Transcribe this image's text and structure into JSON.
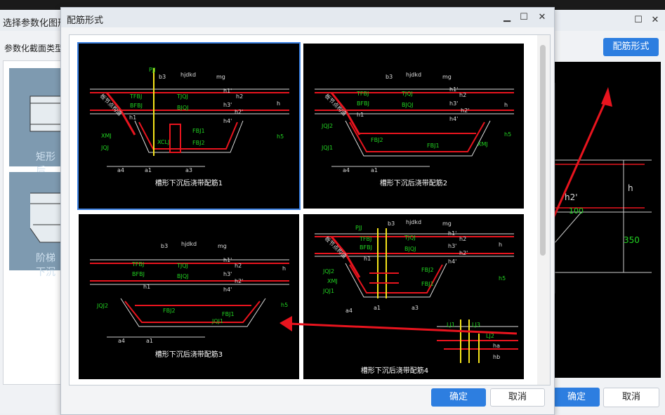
{
  "parent": {
    "title": "选择参数化图形",
    "section_label": "参数化截面类型",
    "thumbs": [
      {
        "label": "矩形后"
      },
      {
        "label": "阶梯下沉"
      }
    ],
    "button_style": "配筋形式",
    "ok": "确定",
    "cancel": "取消",
    "preview_dims": {
      "h": "h",
      "h2": "h2'",
      "dim350": "350",
      "d100": "100"
    }
  },
  "dialog": {
    "title": "配筋形式",
    "ok": "确定",
    "cancel": "取消",
    "options": [
      {
        "caption": "槽形下沉后浇带配筋1"
      },
      {
        "caption": "槽形下沉后浇带配筋2"
      },
      {
        "caption": "槽形下沉后浇带配筋3"
      },
      {
        "caption": "槽形下沉后浇带配筋4"
      }
    ],
    "labels": {
      "hjdkd": "hjdkd",
      "mg": "mg",
      "b3": "b3",
      "h": "h",
      "h1": "h1",
      "h1p": "h1'",
      "h2": "h2",
      "h2p": "h2'",
      "h3p": "h3'",
      "h4p": "h4'",
      "h5": "h5",
      "a1": "a1",
      "a3": "a3",
      "a4": "a4",
      "TFBJ": "TFBJ",
      "BFBJ": "BFBJ",
      "TJQJ": "TJQJ",
      "BJQJ": "BJQJ",
      "XMJ": "XMJ",
      "JQJ": "JQJ",
      "JQJ1": "JQJ1",
      "JQJ2": "JQJ2",
      "FBJ1": "FBJ1",
      "FBJ2": "FBJ2",
      "LJ1": "LJ1",
      "LJ2": "LJ2",
      "LJ3": "LJ3",
      "ha": "ha",
      "hb": "hb",
      "PJJ": "PJJ",
      "XCLJ": "XCLJ",
      "jdlx": "板节点构造"
    }
  },
  "colors": {
    "accent": "#2d7ee0",
    "red": "#e8141e",
    "green": "#22d322",
    "yellow": "#f4e31a"
  }
}
